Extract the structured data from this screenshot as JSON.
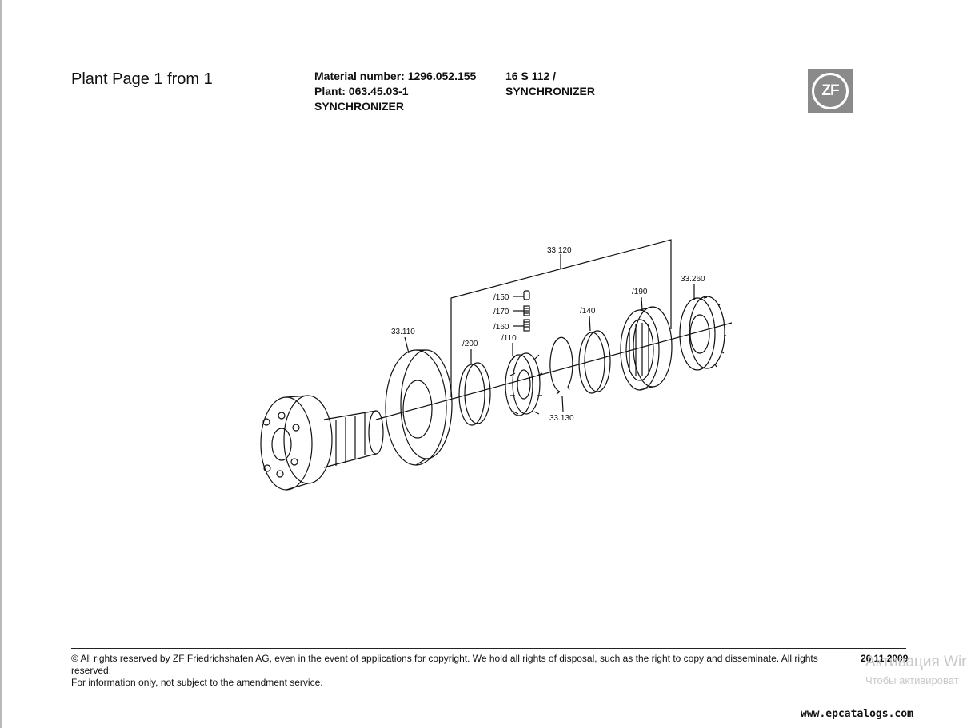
{
  "header": {
    "page_label": "Plant Page 1 from 1",
    "material_number": "Material number: 1296.052.155",
    "plant": "Plant: 063.45.03-1",
    "title_left": "SYNCHRONIZER",
    "model": "16 S 112 /",
    "title_right": "SYNCHRONIZER"
  },
  "logo": {
    "text": "ZF",
    "color": "#8a8a8a"
  },
  "diagram": {
    "labels": {
      "group": "33.120",
      "p33110": "33.110",
      "p200": "/200",
      "p150": "/150",
      "p170": "/170",
      "p160": "/160",
      "p110": "/110",
      "p140": "/140",
      "p190": "/190",
      "p33260": "33.260",
      "p33130": "33.130"
    }
  },
  "footer": {
    "copyright": "© All rights reserved by ZF Friedrichshafen AG, even in the event of applications for copyright. We hold all rights of disposal, such as the right to copy and disseminate. All rights reserved.",
    "notice": "For information only, not subject to the amendment service.",
    "date": "26.11.2009"
  },
  "overlay": {
    "activation_title": "Активация Wir",
    "activation_sub": "Чтобы активироват",
    "site": "www.epcatalogs.com"
  }
}
